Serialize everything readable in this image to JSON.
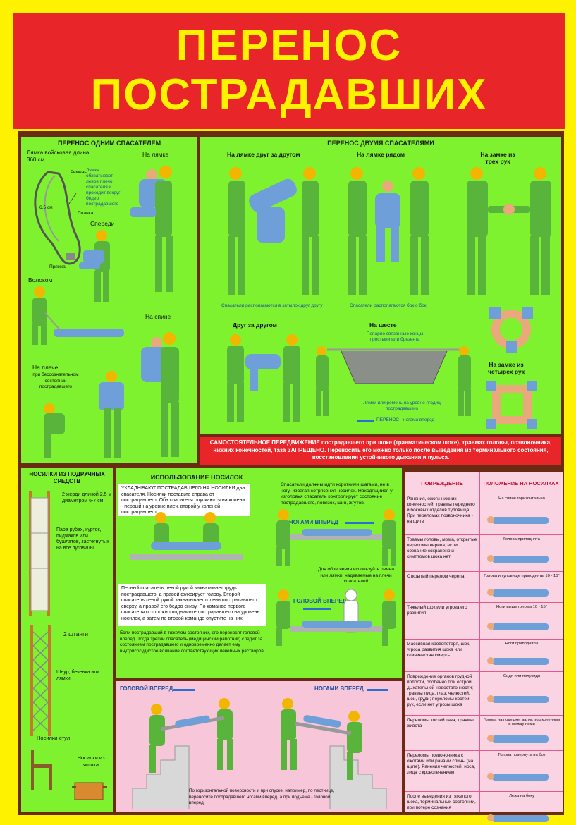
{
  "title": {
    "line1": "ПЕРЕНОС",
    "line2": "ПОСТРАДАВШИХ"
  },
  "colors": {
    "background": "#fff200",
    "title_band": "#e8262a",
    "title_text": "#fff200",
    "panel": "#7ff230",
    "pink_panel": "#f7c6d8",
    "frame": "#6b2a12"
  },
  "one_rescuer": {
    "header": "ПЕРЕНОС ОДНИМ СПАСАТЕЛЕМ",
    "strap_title": "Лямка войсковая длина 360 см",
    "strap_belt": "Ремень",
    "strap_width": "6,5 см",
    "strap_plate": "Планка",
    "strap_buckle": "Пряжка",
    "on_strap": "На лямке",
    "on_strap_note": "Лямка обхватывает левое плечо спасателя и проходит вокруг бедер пострадавшего",
    "front": "Спереди",
    "drag": "Волоком",
    "on_back": "На спине",
    "on_shoulder": "На плече",
    "on_shoulder_note": "при бессознательном состоянии пострадавшего"
  },
  "two_rescuers": {
    "header": "ПЕРЕНОС ДВУМЯ СПАСАТЕЛЯМИ",
    "strap_in_line": "На лямке друг за другом",
    "strap_side": "На лямке рядом",
    "three_hands": "На замке из трех рук",
    "in_line_note": "Спасатели располагаются в затылок друг другу",
    "side_note": "Спасатели располагаются бок о бок",
    "one_after": "Друг за другом",
    "on_pole": "На шесте",
    "pole_note1": "Попарно связанные концы простыни или брезента",
    "pole_note2": "Лямки или ремень на уровне ягодиц пострадавшего",
    "pole_carry": "ПЕРЕНОС - ногами вперед",
    "four_hands": "На замке из четырех рук"
  },
  "warning": {
    "text": "САМОСТОЯТЕЛЬНОЕ ПЕРЕДВИЖЕНИЕ пострадавшего при шоке (травматическом шоке), травмах головы, позвоночника, нижних конечностей, таза ЗАПРЕЩЕНО. Переносить его можно только после выведения из терминального состояния, восстановления устойчивого дыхания и пульса."
  },
  "improvised": {
    "header": "НОСИЛКИ ИЗ ПОДРУЧНЫХ СРЕДСТВ",
    "poles": "2 жерди длиной 2,5 м диаметром 6-7 см",
    "clothes": "Пара рубах, курток, пиджаков или бушлатов, застегнутых на все пуговицы",
    "bars": "2 штанги",
    "cord": "Шнур, бечевка или лямки",
    "chair": "Носилки-стул",
    "box": "Носилки из ящика"
  },
  "stretcher_use": {
    "header": "ИСПОЛЬЗОВАНИЕ НОСИЛОК",
    "step1": "УКЛАДЫВАЮТ ПОСТРАДАВШЕГО НА НОСИЛКИ два спасателя. Носилки поставьте справа от пострадавшего. Оба спасателя опускаются на колени - первый на уровне плеч, второй у коленей пострадавшего",
    "step2": "Спасатели должны идти короткими шагами, не в ногу, избегая сотрясения носилок. Находящийся у изголовья спасатель контролирует состояние пострадавшего, повязок, шин, жгутов.",
    "feet_forward": "НОГАМИ ВПЕРЕД",
    "belts_note": "Для облегчения используйте ремни или лямки, надеваемые на плечи спасателей",
    "step3": "Первый спасатель левой рукой захватывает грудь пострадавшего, а правой фиксирует голову. Второй спасатель левой рукой захватывает голени пострадавшего сверху, а правой его бедро снизу. По команде первого спасателя осторожно поднимите пострадавшего на уровень носилок, а затем по второй команде опустите на них.",
    "head_forward": "ГОЛОВОЙ ВПЕРЕД",
    "step4": "Если пострадавший в тяжелом состоянии, его переносят головой вперед. Тогда третий спасатель (медицинский работник) следит за состоянием пострадавшего и одновременно делает ему внутрисосудистое вливание соответствующих лечебных растворов.",
    "stairs_head": "ГОЛОВОЙ ВПЕРЕД",
    "stairs_feet": "НОГАМИ ВПЕРЕД",
    "stairs_note": "По горизонтальной поверхности и при спуске, например, по лестнице, переносите пострадавшего ногами вперед, а при подъеме - головой вперед."
  },
  "table": {
    "col1": "ПОВРЕЖДЕНИЕ",
    "col2": "ПОЛОЖЕНИЕ НА НОСИЛКАХ",
    "rows": [
      {
        "injury": "Ранения, ожоги нижних конечностей, травмы переднего и боковых отделов туловища. При переломах позвоночника - на щите",
        "position": "На спине горизонтально"
      },
      {
        "injury": "Травмы головы, мозга, открытые переломы черепа, если сознание сохранено и симптомов шока нет",
        "position": "Голова приподнята"
      },
      {
        "injury": "Открытый перелом черепа",
        "position": "Голова и туловище приподняты 10 - 15°"
      },
      {
        "injury": "Тяжелый шок или угроза его развития",
        "position": "Ноги выше головы 10 - 15°"
      },
      {
        "injury": "Массивная кровопотеря, шок, угроза развития шока или клиническая смерть",
        "position": "Ноги приподняты"
      },
      {
        "injury": "Повреждение органов грудной полости, особенно при острой дыхательной недостаточности; травмы лица, глаз, челюстей, шеи, груди; переломы костей рук, если нет угрозы шока",
        "position": "Сидя или полусидя"
      },
      {
        "injury": "Переломы костей таза, травмы живота",
        "position": "Голова на подушке, валик под коленями и между ними"
      },
      {
        "injury": "Переломы позвоночника с ожогами или ранами спины (на щите). Ранения челюстей, носа, лица с кровотечением",
        "position": "Голова повернута на бок"
      },
      {
        "injury": "После выведения из тяжелого шока, терминальных состояний, при потере сознания",
        "position": "Лежа на боку"
      }
    ]
  }
}
